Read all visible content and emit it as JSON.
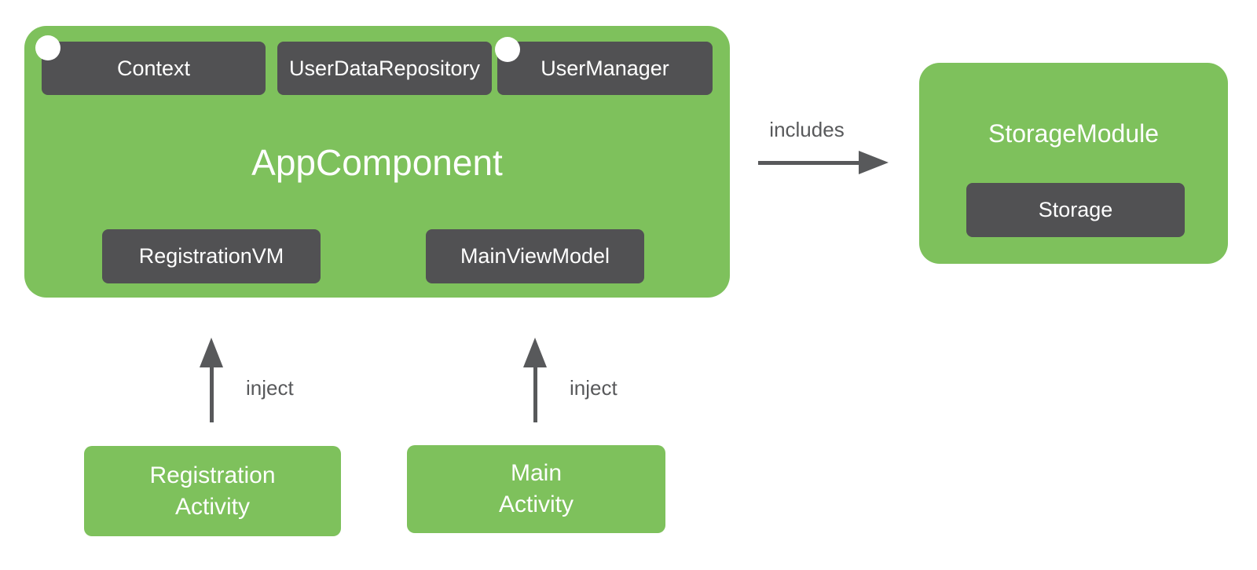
{
  "colors": {
    "node_green": "#7EC15C",
    "box_dark": "#515153",
    "arrow_gray": "#58595B",
    "text_white": "#FFFFFF",
    "background": "#FFFFFF"
  },
  "icons": {
    "scope_dot": "white-circle"
  },
  "diagram": {
    "app_component": {
      "title": "AppComponent",
      "exposed_types": [
        {
          "label": "Context"
        },
        {
          "label": "UserDataRepository"
        },
        {
          "label": "UserManager"
        }
      ],
      "view_models": [
        {
          "label": "RegistrationVM"
        },
        {
          "label": "MainViewModel"
        }
      ]
    },
    "includes_edge": {
      "label": "includes"
    },
    "storage_module": {
      "title": "StorageModule",
      "provided_types": [
        {
          "label": "Storage"
        }
      ]
    },
    "inject_edges": [
      {
        "label": "inject"
      },
      {
        "label": "inject"
      }
    ],
    "activities": [
      {
        "line1": "Registration",
        "line2": "Activity"
      },
      {
        "line1": "Main",
        "line2": "Activity"
      }
    ]
  }
}
